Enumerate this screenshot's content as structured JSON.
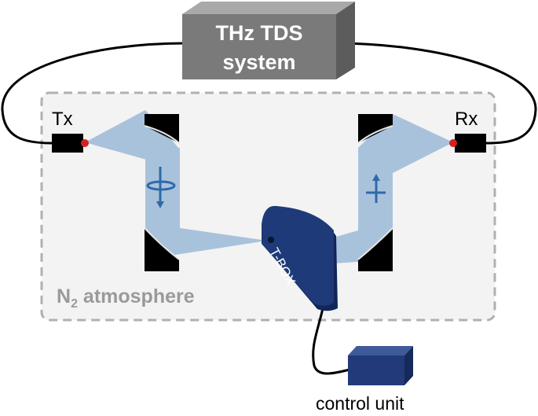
{
  "system_box": {
    "line1": "THz TDS",
    "line2": "system"
  },
  "transmitter": {
    "label": "Tx"
  },
  "receiver": {
    "label": "Rx"
  },
  "chamber": {
    "label_main": "N",
    "label_sub": "2",
    "label_rest": " atmosphere"
  },
  "sample_cell": {
    "label": "T-BOX"
  },
  "controller": {
    "label": "control unit"
  },
  "colors": {
    "box_front": "#7a7a7a",
    "box_top": "#a9a9a9",
    "box_side": "#5c5c5c",
    "beam": "#a9c2dc",
    "tbox": "#1e3a78",
    "chamber_border": "#b0b0b0",
    "emitter_dot": "#d42020",
    "polarization": "#2e6aa8"
  }
}
